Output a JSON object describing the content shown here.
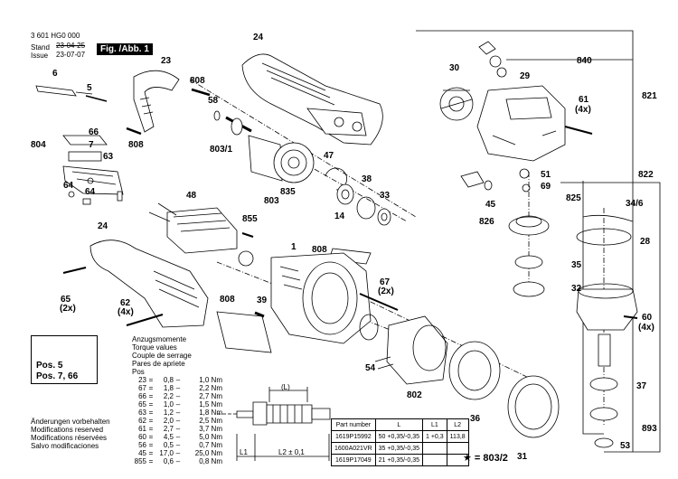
{
  "header": {
    "part_no": "3 601 HG0 000",
    "stand_label": "Stand",
    "stand_date": "23-04-25",
    "issue_label": "Issue",
    "issue_date": "23-07-07",
    "figure": "Fig. /Abb. 1"
  },
  "part_numbers": [
    "24",
    "23",
    "808",
    "58",
    "6",
    "5",
    "804",
    "66",
    "7",
    "63",
    "808",
    "64",
    "64",
    "803/1",
    "835",
    "47",
    "38",
    "33",
    "14",
    "803",
    "48",
    "855",
    "24",
    "1",
    "808",
    "65",
    "(2x)",
    "62",
    "(4x)",
    "808",
    "39",
    "67",
    "(2x)",
    "54",
    "802",
    "36",
    "31",
    "30",
    "840",
    "29",
    "821",
    "61",
    "(4x)",
    "51",
    "822",
    "69",
    "825",
    "45",
    "826",
    "34/6",
    "28",
    "35",
    "32",
    "60",
    "(4x)",
    "37",
    "893",
    "53"
  ],
  "star_note": "★ = 803/2",
  "warning": {
    "pos5": "Pos. 5",
    "pos766": "Pos. 7, 66"
  },
  "torque": {
    "headings": [
      "Anzugsmomente",
      "Torque values",
      "Couple de serrage",
      "Pares de apriete",
      "Pos"
    ],
    "rows": [
      {
        "pos": "23",
        "val": "0,8",
        "max": "1,0 Nm"
      },
      {
        "pos": "67",
        "val": "1,8",
        "max": "2,2 Nm"
      },
      {
        "pos": "66",
        "val": "2,2",
        "max": "2,7 Nm"
      },
      {
        "pos": "65",
        "val": "1,0",
        "max": "1,5 Nm"
      },
      {
        "pos": "63",
        "val": "1,2",
        "max": "1,8 Nm"
      },
      {
        "pos": "62",
        "val": "2,0",
        "max": "2,5 Nm"
      },
      {
        "pos": "61",
        "val": "2,7",
        "max": "3,7 Nm"
      },
      {
        "pos": "60",
        "val": "4,5",
        "max": "5,0 Nm"
      },
      {
        "pos": "56",
        "val": "0,5",
        "max": "0,7 Nm"
      },
      {
        "pos": "45",
        "val": "17,0",
        "max": "25,0 Nm"
      },
      {
        "pos": "855",
        "val": "0,6",
        "max": "0,8 Nm"
      }
    ],
    "eq": "=",
    "dash": "–"
  },
  "notes": [
    "Änderungen vorbehalten",
    "Modifications reserved",
    "Modifications réservées",
    "Salvo modificaciones"
  ],
  "rotor_labels": {
    "l_paren": "(L)",
    "l1": "L1",
    "l2": "L2 ± 0,1"
  },
  "table": {
    "headers": [
      "Part number",
      "L",
      "L1",
      "L2"
    ],
    "rows": [
      [
        "1619P15992",
        "50 +0,35/-0,35",
        "1 +0,3",
        "113,8"
      ],
      [
        "1600A021VR",
        "35 +0,35/-0,35",
        "",
        ""
      ],
      [
        "1619P17049",
        "21 +0,35/-0,35",
        "",
        ""
      ]
    ]
  },
  "colors": {
    "ink": "#000000",
    "fill": "#ffffff",
    "shade": "#cccccc"
  }
}
